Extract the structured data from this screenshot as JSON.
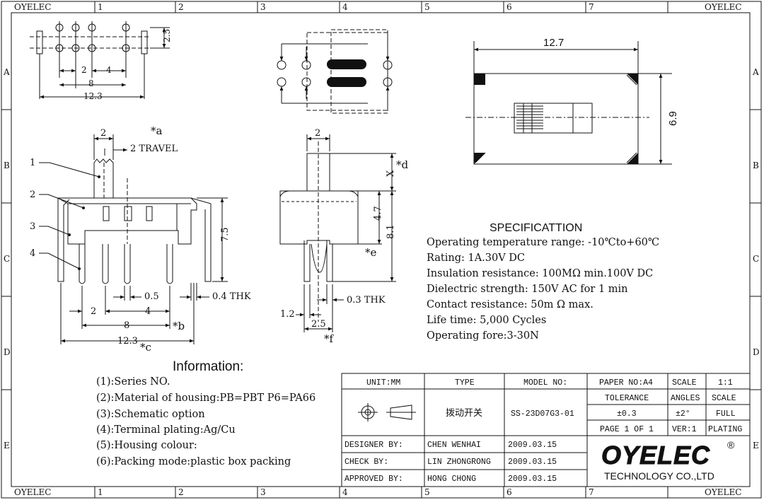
{
  "border": {
    "corner_label": "OYELEC",
    "columns": [
      "1",
      "2",
      "3",
      "4",
      "5",
      "6",
      "7"
    ],
    "rows": [
      "A",
      "B",
      "C",
      "D",
      "E"
    ]
  },
  "footprint": {
    "dims": [
      "2.5",
      "2",
      "4",
      "8",
      "12.3"
    ]
  },
  "front_view": {
    "callouts": [
      "1",
      "2",
      "3",
      "4"
    ],
    "notes": [
      "*a",
      "*b",
      "*c"
    ],
    "dims": {
      "top_width": "2",
      "travel": "2 TRAVEL",
      "height": "7.5",
      "pin_gap": "0.5",
      "thickness": "0.4 THK",
      "pitch_a": "2",
      "pitch_b": "4",
      "span": "8",
      "total": "12.3"
    }
  },
  "side_view": {
    "notes": [
      "*d",
      "*e",
      "*f"
    ],
    "dims": {
      "top_width": "2",
      "x": "X",
      "h1": "4.7",
      "h2": "8.1",
      "thickness": "0.3 THK",
      "pin": "1.2",
      "span": "2.5"
    }
  },
  "top_view": {
    "dims": {
      "width": "12.7",
      "height": "6.9"
    }
  },
  "specification": {
    "title": "SPECIFICATTION",
    "lines": [
      "Operating temperature range: -10℃to+60℃",
      "Rating: 1A.30V DC",
      "Insulation resistance: 100MΩ min.100V DC",
      "Dielectric strength: 150V AC for 1 min",
      "Contact resistance: 50m Ω max.",
      "Life time: 5,000 Cycles",
      "Operating fore:3-30N"
    ]
  },
  "information": {
    "title": "Information:",
    "lines": [
      "(1):Series NO.",
      "(2):Material of housing:PB=PBT P6=PA66",
      "(3):Schematic option",
      "(4):Terminal plating:Ag/Cu",
      "(5):Housing colour:",
      "(6):Packing mode:plastic box packing"
    ]
  },
  "title_block": {
    "unit": "UNIT:MM",
    "type_label": "TYPE",
    "model_label": "MODEL NO:",
    "paper": "PAPER NO:A4",
    "scale_label": "SCALE",
    "scale_value": "1:1",
    "tolerance_label": "TOLERANCE",
    "angles_label": "ANGLES",
    "scale_label2": "SCALE",
    "type_value": "拨动开关",
    "model_value": "SS-23D07G3-01",
    "tolerance_value": "±0.3",
    "angles_value": "±2°",
    "full": "FULL",
    "page": "PAGE 1 OF 1",
    "ver": "VER:1",
    "plating": "PLATING",
    "designer_label": "DESIGNER BY:",
    "designer": "CHEN WENHAI",
    "designer_date": "2009.03.15",
    "check_label": "CHECK BY:",
    "checker": "LIN ZHONGRONG",
    "check_date": "2009.03.15",
    "approved_label": "APPROVED BY:",
    "approver": "HONG CHONG",
    "approved_date": "2009.03.15",
    "logo_text": "OYELEC",
    "logo_mark": "®",
    "company": "TECHNOLOGY CO.,LTD"
  }
}
